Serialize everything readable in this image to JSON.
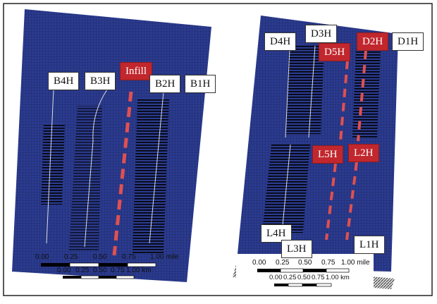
{
  "left_panel": {
    "labels": [
      {
        "text": "B4H",
        "highlight": false
      },
      {
        "text": "B3H",
        "highlight": false
      },
      {
        "text": "Infill",
        "highlight": true
      },
      {
        "text": "B2H",
        "highlight": false
      },
      {
        "text": "B1H",
        "highlight": false
      }
    ],
    "scale_mile": [
      "0.00",
      "0.25",
      "0.50",
      "0.75",
      "1.00 mile"
    ],
    "scale_km": [
      "0.00",
      "0.25",
      "0.50",
      "0.75",
      "1.00 km"
    ]
  },
  "right_panel": {
    "labels": [
      {
        "text": "D4H",
        "highlight": false
      },
      {
        "text": "D3H",
        "highlight": false
      },
      {
        "text": "D5H",
        "highlight": true
      },
      {
        "text": "D2H",
        "highlight": true
      },
      {
        "text": "D1H",
        "highlight": false
      },
      {
        "text": "L5H",
        "highlight": true
      },
      {
        "text": "L2H",
        "highlight": true
      },
      {
        "text": "L4H",
        "highlight": false
      },
      {
        "text": "L3H",
        "highlight": false
      },
      {
        "text": "L1H",
        "highlight": false
      }
    ],
    "scale_mile": [
      "0.00",
      "0.25",
      "0.50",
      "0.75",
      "1.00 mile"
    ],
    "scale_km": [
      "0.00",
      "0.25",
      "0.50",
      "0.75",
      "1.00 km"
    ]
  },
  "colors": {
    "grid": "#2a3a8c",
    "infill": "#c1272d",
    "well_line": "#dddddd"
  }
}
